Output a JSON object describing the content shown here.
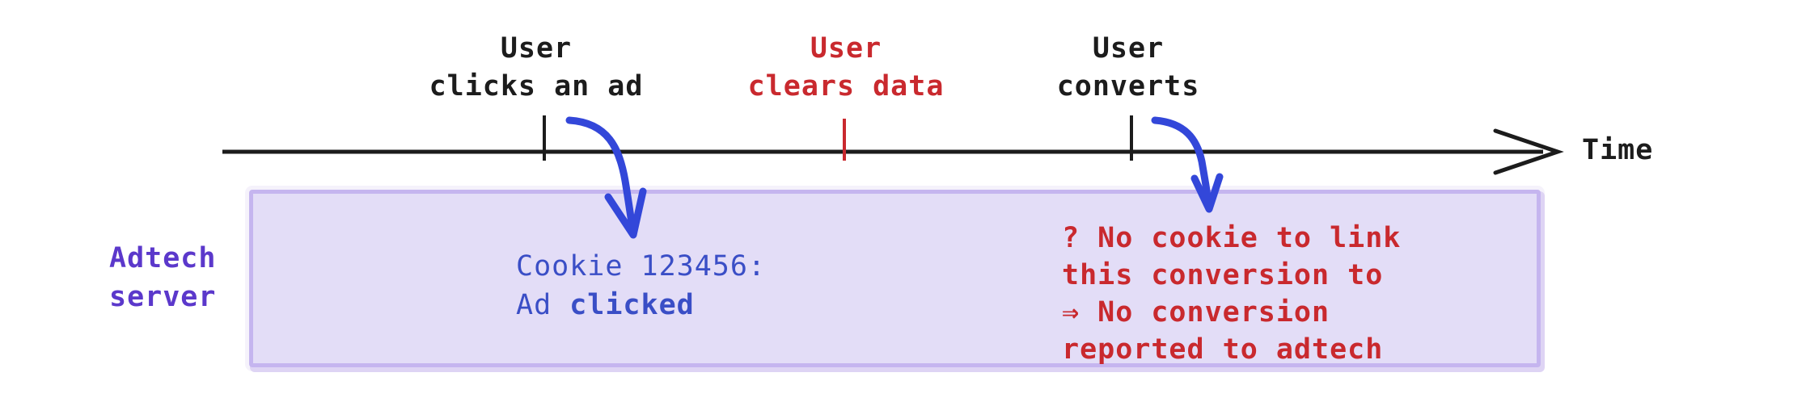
{
  "colors": {
    "ink": "#1c1c1c",
    "alert_red": "#c9292e",
    "server_purple": "#5b38cb",
    "cookie_blue": "#3a4ec6",
    "arrow_blue": "#3347d9",
    "box_fill": "#e3ddf7",
    "box_border": "#c5b5ef"
  },
  "timeline": {
    "axis_label": "Time",
    "events": [
      {
        "line1": "User",
        "line2": "clicks an ad"
      },
      {
        "line1": "User",
        "line2": "clears data"
      },
      {
        "line1": "User",
        "line2": "converts"
      }
    ]
  },
  "server": {
    "label_line1": "Adtech",
    "label_line2": "server",
    "cookie_line1": "Cookie 123456:",
    "cookie_line2_regular": "Ad ",
    "cookie_line2_bold": "clicked",
    "alert_lines": [
      "? No cookie to link",
      "this conversion to",
      "⇒ No conversion",
      "reported to adtech"
    ]
  }
}
